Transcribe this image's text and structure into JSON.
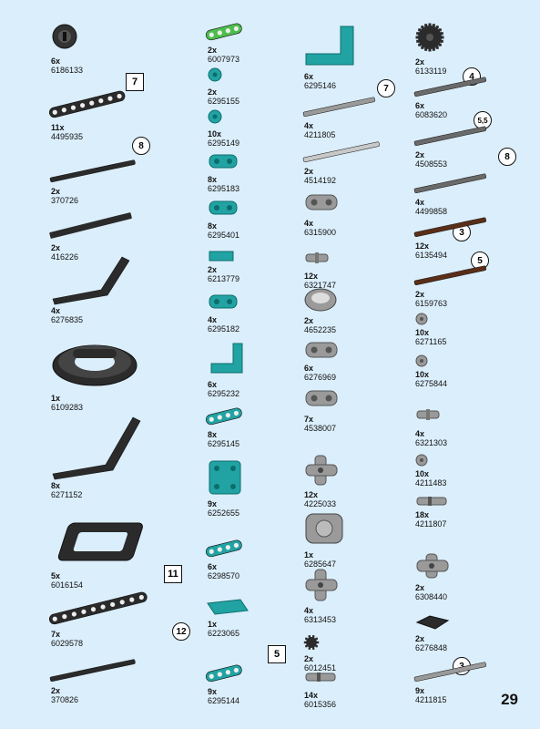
{
  "page_number": "29",
  "columns": [
    [
      {
        "qty": "6x",
        "id": "6186133",
        "shape": "gear-hub",
        "color": "#2b2b2b"
      },
      {
        "qty": "11x",
        "id": "4495935",
        "shape": "beam",
        "color": "#2b2b2b",
        "len": "7",
        "len_style": "square"
      },
      {
        "qty": "2x",
        "id": "370726",
        "shape": "axle-long",
        "color": "#2b2b2b",
        "len": "8",
        "len_style": "circle"
      },
      {
        "qty": "2x",
        "id": "416226",
        "shape": "flat-bar",
        "color": "#2b2b2b"
      },
      {
        "qty": "4x",
        "id": "6276835",
        "shape": "bent-beam",
        "color": "#2b2b2b"
      },
      {
        "qty": "1x",
        "id": "6109283",
        "shape": "turntable",
        "color": "#2b2b2b"
      },
      {
        "qty": "8x",
        "id": "6271152",
        "shape": "bent-beam-big",
        "color": "#2b2b2b"
      },
      {
        "qty": "5x",
        "id": "6016154",
        "shape": "frame",
        "color": "#2b2b2b"
      },
      {
        "qty": "7x",
        "id": "6029578",
        "shape": "beam-long",
        "color": "#2b2b2b",
        "len": "11",
        "len_style": "square"
      },
      {
        "qty": "2x",
        "id": "370826",
        "shape": "axle-long",
        "color": "#2b2b2b",
        "len": "12",
        "len_style": "circle"
      }
    ],
    [
      {
        "qty": "2x",
        "id": "6007973",
        "shape": "beam-short",
        "color": "#4bbf4b"
      },
      {
        "qty": "2x",
        "id": "6295155",
        "shape": "pin-round",
        "color": "#22a3a3"
      },
      {
        "qty": "10x",
        "id": "6295149",
        "shape": "pin-round",
        "color": "#22a3a3"
      },
      {
        "qty": "8x",
        "id": "6295183",
        "shape": "connector",
        "color": "#22a3a3"
      },
      {
        "qty": "8x",
        "id": "6295401",
        "shape": "connector",
        "color": "#22a3a3"
      },
      {
        "qty": "2x",
        "id": "6213779",
        "shape": "tile",
        "color": "#22a3a3"
      },
      {
        "qty": "4x",
        "id": "6295182",
        "shape": "connector",
        "color": "#22a3a3"
      },
      {
        "qty": "6x",
        "id": "6295232",
        "shape": "l-beam",
        "color": "#22a3a3"
      },
      {
        "qty": "8x",
        "id": "6295145",
        "shape": "beam-short",
        "color": "#22a3a3"
      },
      {
        "qty": "9x",
        "id": "6252655",
        "shape": "square-plate",
        "color": "#22a3a3"
      },
      {
        "qty": "6x",
        "id": "6298570",
        "shape": "beam-short",
        "color": "#22a3a3"
      },
      {
        "qty": "1x",
        "id": "6223065",
        "shape": "panel",
        "color": "#22a3a3"
      },
      {
        "qty": "9x",
        "id": "6295144",
        "shape": "beam-short",
        "color": "#22a3a3",
        "len": "5",
        "len_style": "square"
      }
    ],
    [
      {
        "qty": "6x",
        "id": "6295146",
        "shape": "l-beam-big",
        "color": "#22a3a3"
      },
      {
        "qty": "4x",
        "id": "4211805",
        "shape": "axle",
        "color": "#9a9a9a",
        "len": "7",
        "len_style": "circle"
      },
      {
        "qty": "2x",
        "id": "4514192",
        "shape": "axle",
        "color": "#c8c8c8"
      },
      {
        "qty": "4x",
        "id": "6315900",
        "shape": "gray-connector",
        "color": "#9a9a9a"
      },
      {
        "qty": "12x",
        "id": "6321747",
        "shape": "gray-pin",
        "color": "#9a9a9a"
      },
      {
        "qty": "2x",
        "id": "4652235",
        "shape": "gray-hub",
        "color": "#9a9a9a"
      },
      {
        "qty": "6x",
        "id": "6276969",
        "shape": "gray-connector",
        "color": "#9a9a9a"
      },
      {
        "qty": "7x",
        "id": "4538007",
        "shape": "gray-connector",
        "color": "#9a9a9a"
      },
      {
        "qty": "12x",
        "id": "4225033",
        "shape": "gray-cross",
        "color": "#9a9a9a"
      },
      {
        "qty": "1x",
        "id": "6285647",
        "shape": "gray-motor",
        "color": "#9a9a9a"
      },
      {
        "qty": "4x",
        "id": "6313453",
        "shape": "gray-cross",
        "color": "#9a9a9a"
      },
      {
        "qty": "2x",
        "id": "6012451",
        "shape": "small-gear",
        "color": "#2b2b2b"
      },
      {
        "qty": "14x",
        "id": "6015356",
        "shape": "gray-pin-long",
        "color": "#9a9a9a"
      }
    ],
    [
      {
        "qty": "2x",
        "id": "6133119",
        "shape": "gear",
        "color": "#2b2b2b"
      },
      {
        "qty": "6x",
        "id": "6083620",
        "shape": "axle",
        "color": "#6a6a6a",
        "len": "4",
        "len_style": "circle"
      },
      {
        "qty": "2x",
        "id": "4508553",
        "shape": "axle",
        "color": "#6a6a6a",
        "len": "5,5",
        "len_style": "circle"
      },
      {
        "qty": "4x",
        "id": "4499858",
        "shape": "axle",
        "color": "#6a6a6a",
        "len": "8",
        "len_style": "circle"
      },
      {
        "qty": "12x",
        "id": "6135494",
        "shape": "axle",
        "color": "#5a2e18",
        "len": "3",
        "len_style": "circle"
      },
      {
        "qty": "2x",
        "id": "6159763",
        "shape": "axle",
        "color": "#5a2e18",
        "len": "5",
        "len_style": "circle"
      },
      {
        "qty": "10x",
        "id": "6271165",
        "shape": "bush",
        "color": "#9a9a9a"
      },
      {
        "qty": "10x",
        "id": "6275844",
        "shape": "bush",
        "color": "#9a9a9a"
      },
      {
        "qty": "4x",
        "id": "6321303",
        "shape": "gray-pin",
        "color": "#9a9a9a"
      },
      {
        "qty": "10x",
        "id": "4211483",
        "shape": "bush",
        "color": "#9a9a9a"
      },
      {
        "qty": "18x",
        "id": "4211807",
        "shape": "gray-pin-long",
        "color": "#9a9a9a"
      },
      {
        "qty": "2x",
        "id": "6308440",
        "shape": "gray-cross",
        "color": "#9a9a9a"
      },
      {
        "qty": "2x",
        "id": "6276848",
        "shape": "plate",
        "color": "#2b2b2b"
      },
      {
        "qty": "9x",
        "id": "4211815",
        "shape": "axle",
        "color": "#9a9a9a",
        "len": "3",
        "len_style": "circle"
      }
    ]
  ]
}
